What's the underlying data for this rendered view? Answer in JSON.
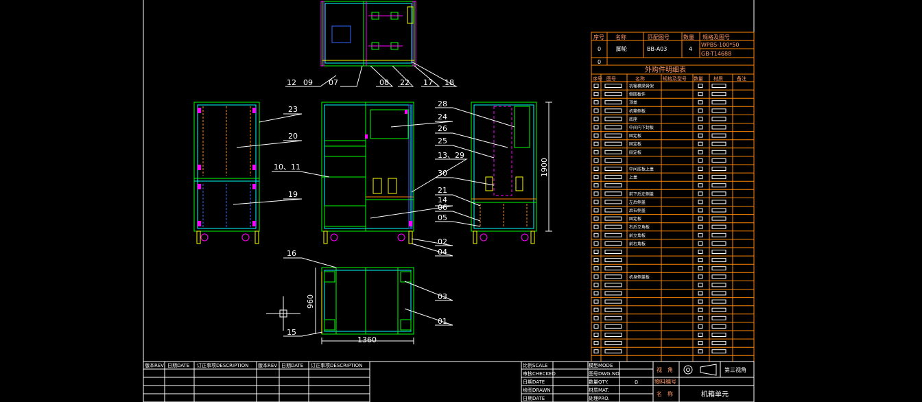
{
  "drawing": {
    "callouts": [
      "12",
      "09",
      "07",
      "08",
      "22",
      "17",
      "18",
      "23",
      "20",
      "10、11",
      "19",
      "28",
      "24",
      "26",
      "25",
      "13、29",
      "30",
      "21",
      "14",
      "06",
      "05",
      "02",
      "04",
      "16",
      "03",
      "01",
      "15"
    ],
    "dimensions": {
      "height": "1900",
      "depth": "960",
      "width": "1360"
    }
  },
  "bom_header": {
    "col1": "序号",
    "col2": "名称",
    "col3": "匹配图号",
    "col4": "数量",
    "col5": "规格及图号",
    "row1": {
      "no": "0",
      "name": "脚轮",
      "code": "BB-A03",
      "qty": "4",
      "spec1": "WPBS-100*50",
      "spec2": "GB-T14688"
    },
    "row2": {
      "no": "0"
    }
  },
  "parts_list": {
    "title": "外购件明细表",
    "headers": [
      "序号",
      "图号",
      "名称",
      "规格及型号",
      "数量",
      "材质",
      "备注"
    ],
    "names": [
      "机箱横梁骨架",
      "侧围板件",
      "顶盖",
      "机箱侧板",
      "底座",
      "中间内下封板",
      "固定板",
      "固定板",
      "固定板",
      "",
      "中间底板上盖",
      "上盖",
      "",
      "前下后左侧盖",
      "左后侧盖",
      "后右侧盖",
      "固定板",
      "右后立角板",
      "前立角板",
      "前右角板",
      "",
      "",
      "",
      "机身侧盖板",
      "",
      "",
      "",
      "",
      "",
      "",
      "",
      "",
      ""
    ]
  },
  "revision_block": {
    "h1": "版本REV",
    "h2": "日期DATE",
    "h3": "订正事项DESCRIPTION",
    "h4": "版本REV",
    "h5": "日期DATE",
    "h6": "订正事项DESCRIPTION"
  },
  "title_block": {
    "scale": "比例SCALE",
    "checked": "审核CHECKED",
    "date1": "日期DATE",
    "drawn": "绘图DRAWN",
    "date2": "日期DATE",
    "mode": "模型MODE",
    "dwg_no": "图号DWG.NO.",
    "qty": "数量QTY.",
    "mat": "材质MAT.",
    "process": "处理PRO.",
    "qty_value": "0",
    "view": "视　角",
    "third_angle": "第三视角",
    "material_code": "物料编号",
    "name_label": "名　称",
    "name_value": "机箱单元"
  }
}
